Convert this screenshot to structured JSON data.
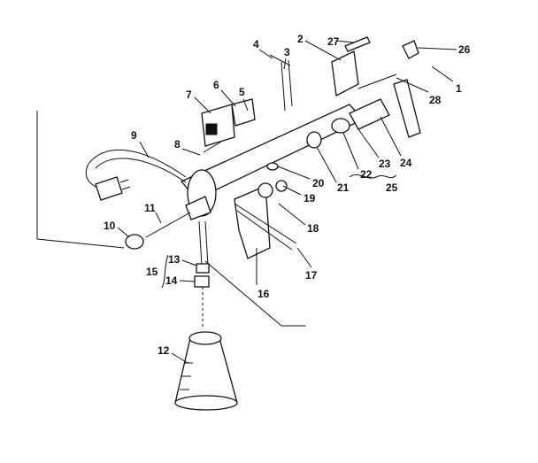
{
  "diagram": {
    "labels": [
      {
        "id": "1",
        "text": "1"
      },
      {
        "id": "2",
        "text": "2"
      },
      {
        "id": "3",
        "text": "3"
      },
      {
        "id": "4",
        "text": "4"
      },
      {
        "id": "5",
        "text": "5"
      },
      {
        "id": "6",
        "text": "6"
      },
      {
        "id": "7",
        "text": "7"
      },
      {
        "id": "8",
        "text": "8"
      },
      {
        "id": "9",
        "text": "9"
      },
      {
        "id": "10",
        "text": "10"
      },
      {
        "id": "11",
        "text": "11"
      },
      {
        "id": "12",
        "text": "12"
      },
      {
        "id": "13",
        "text": "13"
      },
      {
        "id": "14",
        "text": "14"
      },
      {
        "id": "15",
        "text": "15"
      },
      {
        "id": "16",
        "text": "16"
      },
      {
        "id": "17",
        "text": "17"
      },
      {
        "id": "18",
        "text": "18"
      },
      {
        "id": "19",
        "text": "19"
      },
      {
        "id": "20",
        "text": "20"
      },
      {
        "id": "21",
        "text": "21"
      },
      {
        "id": "22",
        "text": "22"
      },
      {
        "id": "23",
        "text": "23"
      },
      {
        "id": "24",
        "text": "24"
      },
      {
        "id": "25",
        "text": "25"
      },
      {
        "id": "26",
        "text": "26"
      },
      {
        "id": "27",
        "text": "27"
      },
      {
        "id": "28",
        "text": "28"
      }
    ]
  }
}
